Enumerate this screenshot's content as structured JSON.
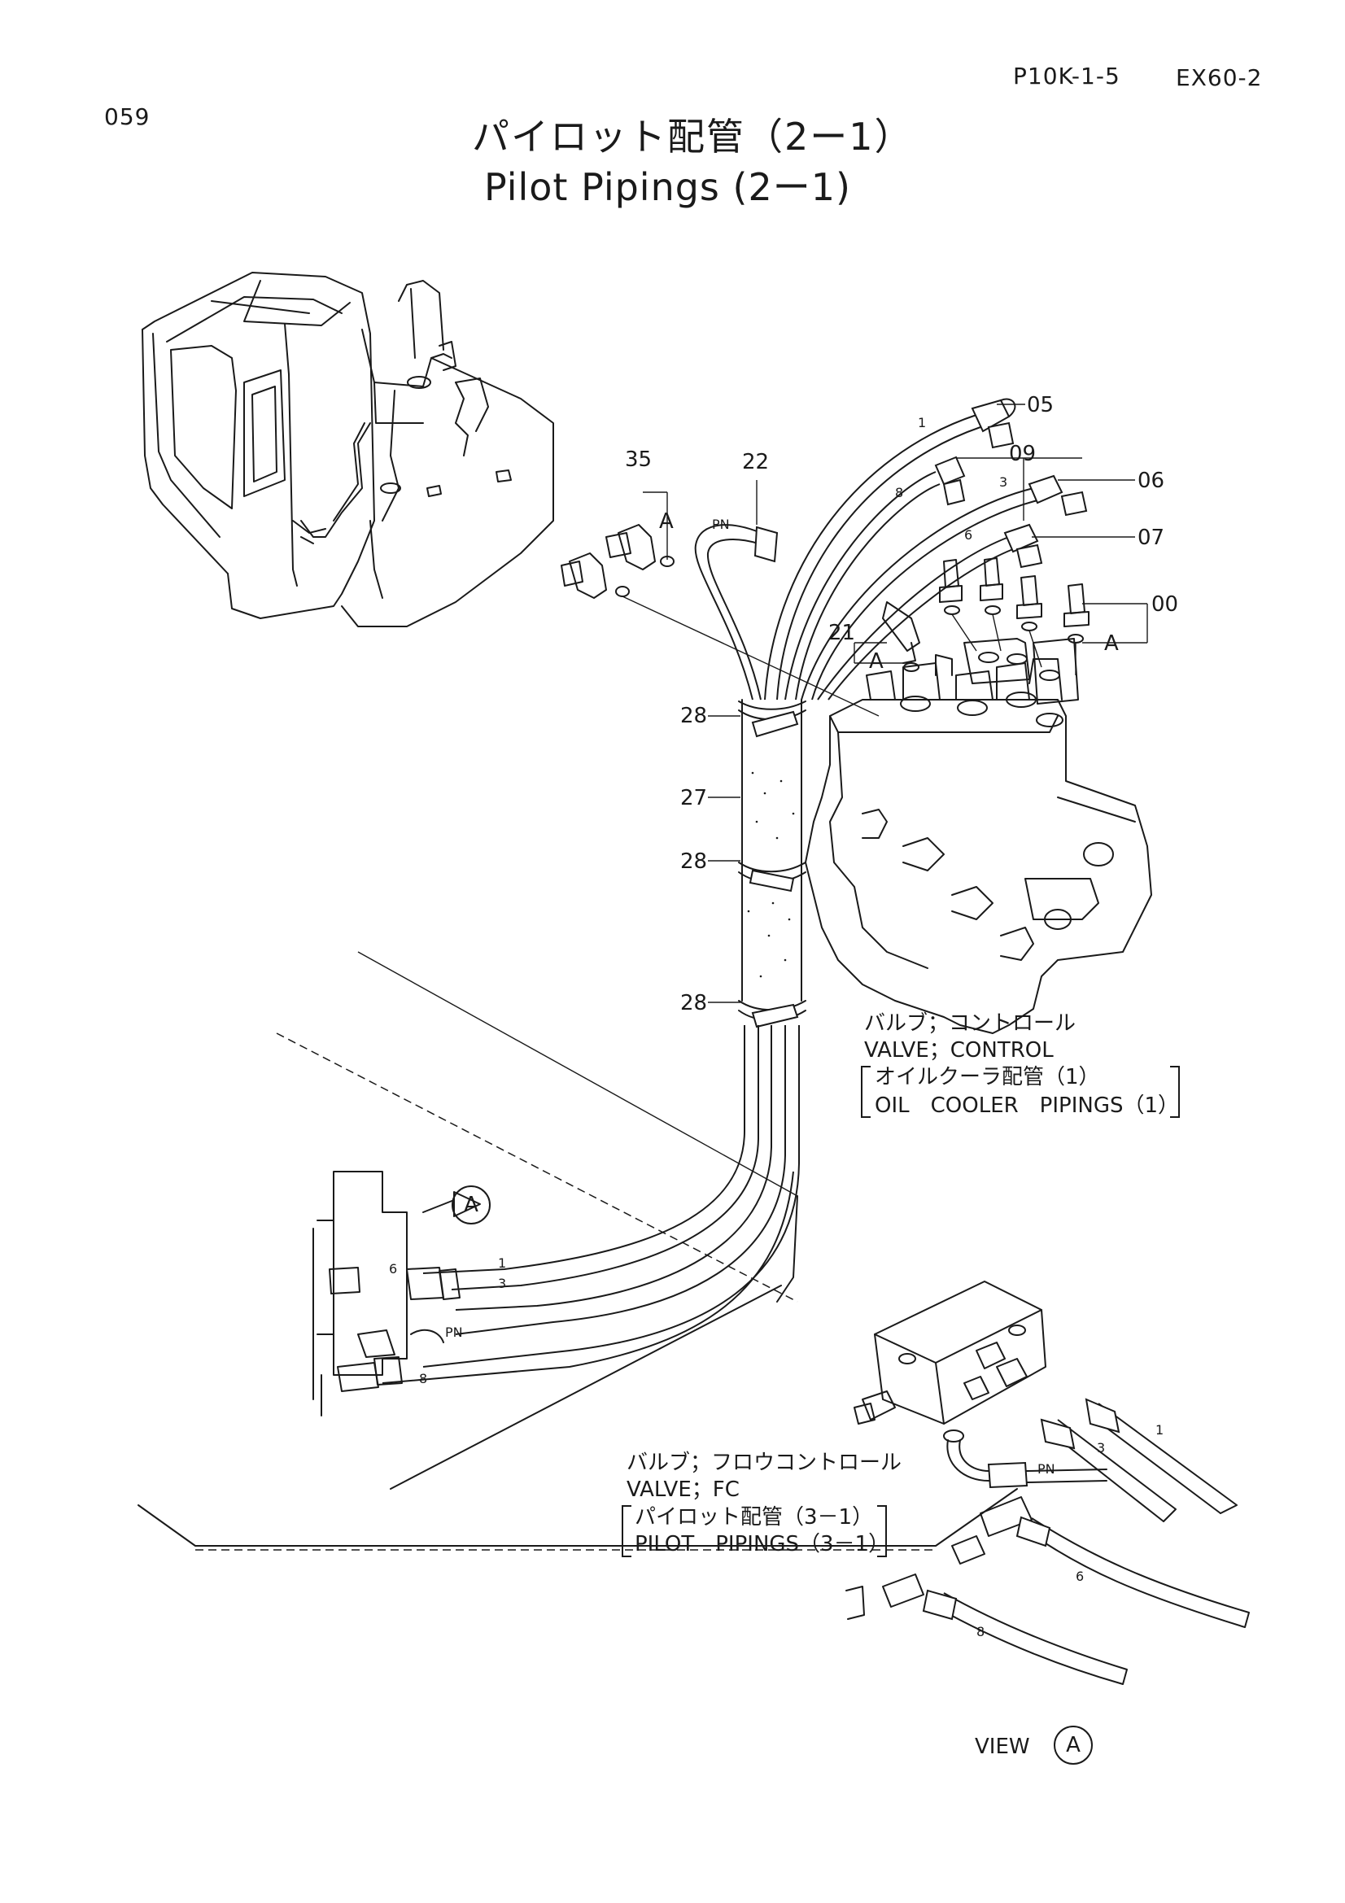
{
  "header": {
    "page_code": "059",
    "catalog_ref": "P10K-1-5",
    "model": "EX60-2"
  },
  "title": {
    "jp": "パイロット配管（2ー1）",
    "en": "Pilot Pipings (2ー1)"
  },
  "part_numbers": {
    "p05": "05",
    "p09": "09",
    "p06": "06",
    "p07": "07",
    "p00": "00",
    "p35": "35",
    "p22": "22",
    "p21": "21",
    "p28a": "28",
    "p27": "27",
    "p28b": "28",
    "p28c": "28"
  },
  "hose_tags": {
    "h1": "1",
    "h8": "8",
    "h3": "3",
    "h6": "6",
    "pn": "PN",
    "a1": "1",
    "a3": "3",
    "a6": "6",
    "apn": "PN",
    "a8": "8",
    "v1": "1",
    "v3": "3",
    "vpn": "PN",
    "v6": "6",
    "v8": "8"
  },
  "view_refs": {
    "a_small_1": "A",
    "a_small_2": "A",
    "a_small_3": "A",
    "a_circle": "A",
    "view_label": "VIEW",
    "view_circle": "A"
  },
  "notes": {
    "control_valve_jp": "バルブ；コントロール",
    "control_valve_en": "VALVE；CONTROL",
    "oil_cooler_jp": "オイルクーラ配管（1）",
    "oil_cooler_en": "OIL　COOLER　PIPINGS（1）",
    "fc_valve_jp": "バルブ；フロウコントロール",
    "fc_valve_en": "VALVE；FC",
    "pilot_31_jp": "パイロット配管（3－1）",
    "pilot_31_en": "PILOT　PIPINGS（3－1）"
  }
}
